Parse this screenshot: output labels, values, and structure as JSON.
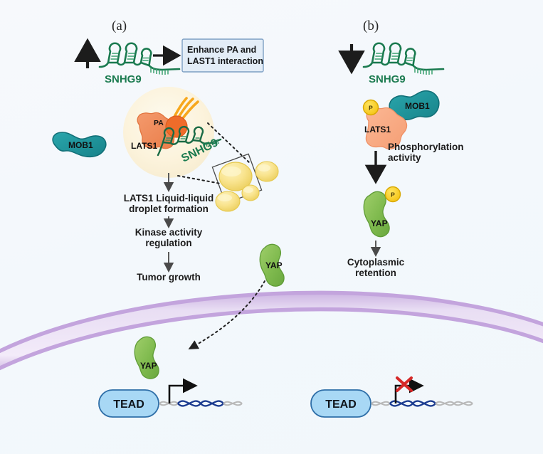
{
  "figure": {
    "background_color": "#f3f8fc",
    "panels": [
      {
        "id": "a",
        "label": "(a)"
      },
      {
        "id": "b",
        "label": "(b)"
      }
    ]
  },
  "panel_a": {
    "label": "(a)",
    "rna": {
      "name": "SNHG9",
      "expression_arrow": "up",
      "color": "#1a7a4f"
    },
    "callout_box": {
      "line1": "Enhance  PA  and",
      "line2": "LAST1 interaction",
      "fill": "#e3edf7",
      "border": "#7d9fc4"
    },
    "free_protein": {
      "name": "MOB1",
      "color": "#22949b"
    },
    "condensate": {
      "fill": "#fcf2d9",
      "members": [
        {
          "name": "LATS1",
          "color": "#f08a5d"
        },
        {
          "name": "PA",
          "color": "#ef6c2a"
        },
        {
          "name": "SNHG9",
          "color": "#1a7a4f"
        }
      ]
    },
    "droplets": {
      "count": 4,
      "color": "#f7e08a",
      "magnifier": "diamond-frame"
    },
    "cascade": [
      {
        "line1": "LATS1 Liquid-liquid",
        "line2": "droplet formation"
      },
      {
        "line1": "Kinase activity",
        "line2": "regulation"
      },
      {
        "line1": "Tumor growth",
        "line2": ""
      }
    ],
    "yap_cytoplasm": {
      "name": "YAP",
      "color": "#7fba4e",
      "phosphorylated": false
    },
    "yap_nucleus": {
      "name": "YAP",
      "color": "#7fba4e",
      "phosphorylated": false
    },
    "translocation": {
      "style": "dotted-curved-arrow",
      "direction": "into-nucleus"
    },
    "tead": {
      "name": "TEAD",
      "fill": "#a8d8f5",
      "border": "#2f6fa8",
      "transcription": "active"
    }
  },
  "panel_b": {
    "label": "(b)",
    "rna": {
      "name": "SNHG9",
      "expression_arrow": "down",
      "color": "#1a7a4f"
    },
    "complex": {
      "kinase": {
        "name": "LATS1",
        "color": "#f7a884",
        "phospho_badge": "P"
      },
      "cofactor": {
        "name": "MOB1",
        "color": "#22949b"
      }
    },
    "step1": {
      "line1": "Phosphorylation",
      "line2": "activity"
    },
    "yap": {
      "name": "YAP",
      "color": "#7fba4e",
      "phosphorylated": true,
      "phospho_badge": "P"
    },
    "step2": {
      "line1": "Cytoplasmic",
      "line2": "retention"
    },
    "tead": {
      "name": "TEAD",
      "fill": "#a8d8f5",
      "border": "#2f6fa8",
      "transcription": "blocked",
      "block_marker": "red-x"
    }
  },
  "nuclear_membrane": {
    "outer_color": "#c9aee0",
    "inner_color": "#f1e6f7",
    "style": "double-arc"
  },
  "dna": {
    "helix_color": "#1a3a8f",
    "flank_color": "#b8b8b8",
    "promoter_arrow_color": "#111111",
    "block_x_color": "#d62828"
  }
}
